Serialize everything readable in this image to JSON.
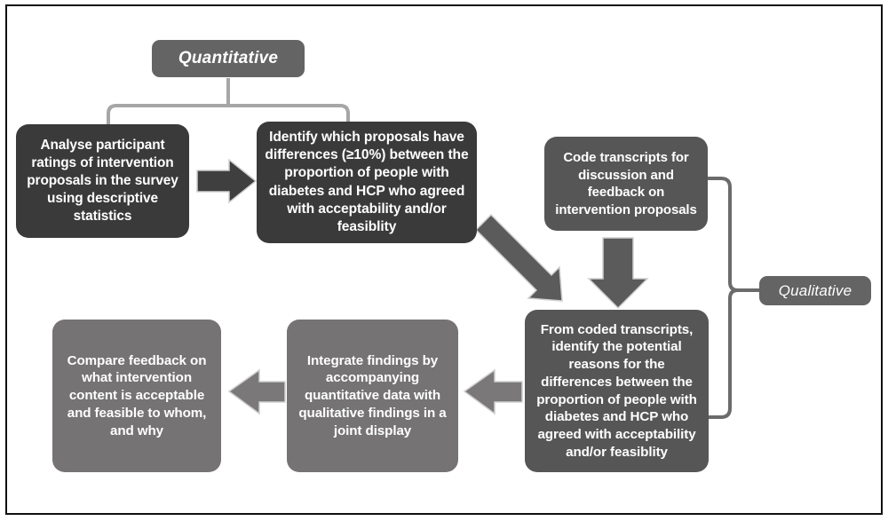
{
  "figure": {
    "type": "mixed-methods-integration-flowchart",
    "border_color": "#101010",
    "background": "#ffffff"
  },
  "labels": {
    "quantitative": "Quantitative",
    "qualitative": "Qualitative"
  },
  "nodes": {
    "analyse": "Analyse participant ratings of intervention proposals in the survey using descriptive statistics",
    "identify": "Identify which proposals have differences (≥10%) between the proportion of people with diabetes and HCP who agreed with acceptability and/or feasiblity",
    "code": "Code transcripts for discussion and feedback on intervention proposals",
    "coded": "From coded transcripts, identify the potential reasons for the differences between the proportion of people with diabetes and HCP who agreed with acceptability and/or feasiblity",
    "integrate": "Integrate findings by accompanying quantitative data with qualitative findings in a joint display",
    "compare": "Compare feedback on what intervention content is acceptable and feasible to whom, and why"
  },
  "colors": {
    "node_dark": "#3a3a3a",
    "node_mid": "#565656",
    "node_light": "#757373",
    "tag_background": "#646464",
    "bracket": "#a6a6a6",
    "bracket_right": "#6b6b6b",
    "arrow_dark": "#3f3f3f",
    "arrow_mid": "#5b5b5b",
    "arrow_light": "#7a7878",
    "text": "#ffffff"
  },
  "connectors": [
    {
      "name": "quantitative-bracket",
      "from": "Quantitative",
      "to": [
        "analyse",
        "identify"
      ],
      "style": "bracket-down",
      "color": "#a6a6a6"
    },
    {
      "name": "analyse-to-identify",
      "from": "analyse",
      "to": "identify",
      "style": "block-arrow-right",
      "color": "#3f3f3f"
    },
    {
      "name": "identify-to-coded",
      "from": "identify",
      "to": "coded",
      "style": "block-arrow-diagonal",
      "color": "#5b5b5b"
    },
    {
      "name": "code-to-coded",
      "from": "code",
      "to": "coded",
      "style": "block-arrow-down",
      "color": "#5b5b5b"
    },
    {
      "name": "coded-to-integrate",
      "from": "coded",
      "to": "integrate",
      "style": "block-arrow-left",
      "color": "#7a7878"
    },
    {
      "name": "integrate-to-compare",
      "from": "integrate",
      "to": "compare",
      "style": "block-arrow-left",
      "color": "#7a7878"
    },
    {
      "name": "qualitative-bracket",
      "from": [
        "code",
        "coded"
      ],
      "to": "Qualitative",
      "style": "bracket-right",
      "color": "#6b6b6b"
    }
  ]
}
